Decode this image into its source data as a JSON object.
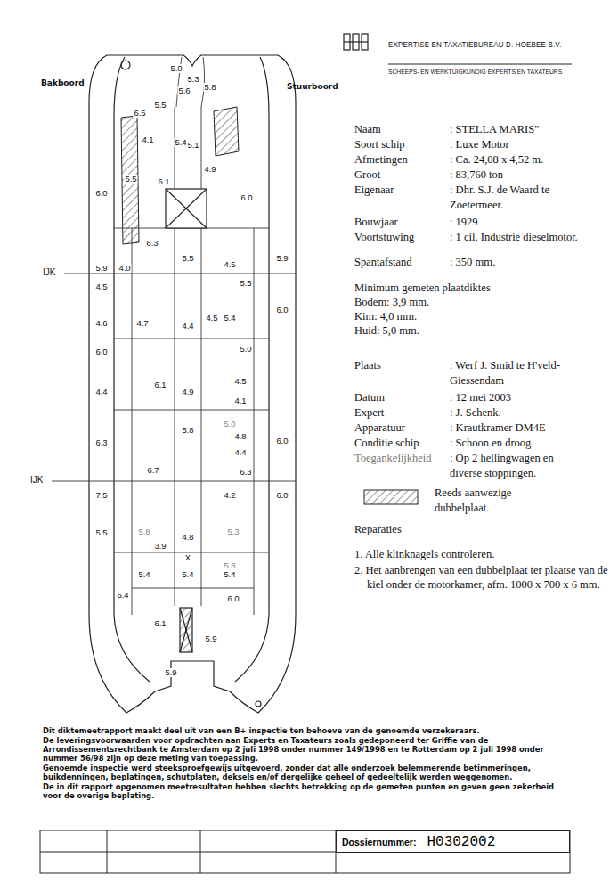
{
  "diagram": {
    "nodes": [
      {
        "text": [
          "Dossiernummer:",
          "H0302002"
        ]
      }
    ],
    "labels": [
      "EXPERTISE EN TAXATIEBUREAU D. HOEBEE B.V.",
      "SCHEEPS- EN WERKTUIGKUNDIG EXPERTS EN TAXATEURS",
      "Bakboord",
      "Stuurboord",
      "Naam",
      ": STELLA MARIS\"",
      "Soort schip",
      ": Luxe Motor",
      "Afmetingen",
      ": Ca. 24,08 x 4,52 m.",
      "Groot",
      ": 83,760 ton",
      "Eigenaar",
      ": Dhr. S.J. de Waard te Zoetermeer.",
      "Bouwjaar",
      ": 1929",
      "Voortstuwing",
      ": 1 cil. Industrie dieselmotor.",
      "Spantafstand",
      ": 350 mm.",
      "Minimum gemeten plaatdiktes",
      "Bodem: 3,9 mm.",
      "Kim: 4,0 mm.",
      "Huid: 5,0 mm.",
      "Plaats",
      ": Werf J. Smid te H'veld-Giessendam",
      "Datum",
      ": 12 mei 2003",
      "Expert",
      ": J. Schenk.",
      "Apparatuur",
      ": Krautkramer DM4E",
      "Conditie schip",
      ": Schoon en droog",
      "Toegankelijkheid",
      ": Op 2 hellingwagen en diverse stoppingen.",
      "Reparaties",
      "1. Alle klinknagels controleren.",
      "2. Het aanbrengen van een dubbelplaat ter plaatse van de kiel onder de motorkamer, afm. 1000 x 700 x 6 mm.",
      "Dit diktemeetrapport maakt deel uit van een B+ inspectie ten behoeve van de genoemde verzekeraars.",
      "De leveringsvoorwaarden voor opdrachten aan Experts en Taxateurs zoals gedeponeerd ter Griffie van de Arrondissementsrechtbank te Amsterdam op 2 juli 1998 onder nummer 149/1998 en te Rotterdam op 2 juli 1998 onder nummer 56/98 zijn op deze meting van toepassing.",
      "Genoemde inspectie werd steeksproefgewijs uitgevoerd, zonder dat alle onderzoek belemmerende betimmeringen, buikdenningen, beplatingen, schutplaten, deksels en/of dergelijke geheel of gedeeltelijk werden weggenomen.",
      "De in dit rapport opgenomen meetresultaten hebben slechts betrekking op de gemeten punten en geven geen zekerheid voor de overige beplating.",
      "IJK",
      "IJK",
      "5.0",
      "5.3",
      "5.6",
      "5.8",
      "5.5",
      "6.5",
      "4.1",
      "5.4",
      "5.1",
      "4.9",
      "5.5",
      "6.1",
      "6.0",
      "6.0",
      "6.3",
      "5.5",
      "4.5",
      "5.9",
      "5.9",
      "4.0",
      "5.5",
      "4.5",
      "6.0",
      "4.6",
      "4.7",
      "4.4",
      "4.5",
      "5.4",
      "6.0",
      "5.0",
      "4.5",
      "6.1",
      "4.4",
      "4.9",
      "4.1",
      "5.0",
      "4.8",
      "5.8",
      "6.0",
      "6.3",
      "4.4",
      "6.7",
      "6.3",
      "7.5",
      "4.2",
      "6.0",
      "5.5",
      "5.8",
      "5.3",
      "4.8",
      "3.9",
      "5.8",
      "X",
      "5.4",
      "5.4",
      "5.4",
      "6.4",
      "6.0",
      "6.1",
      "5.9",
      "5.9"
    ],
    "legend": [
      {
        "text": "Reeds aanwezige dubbelplaat."
      }
    ]
  }
}
